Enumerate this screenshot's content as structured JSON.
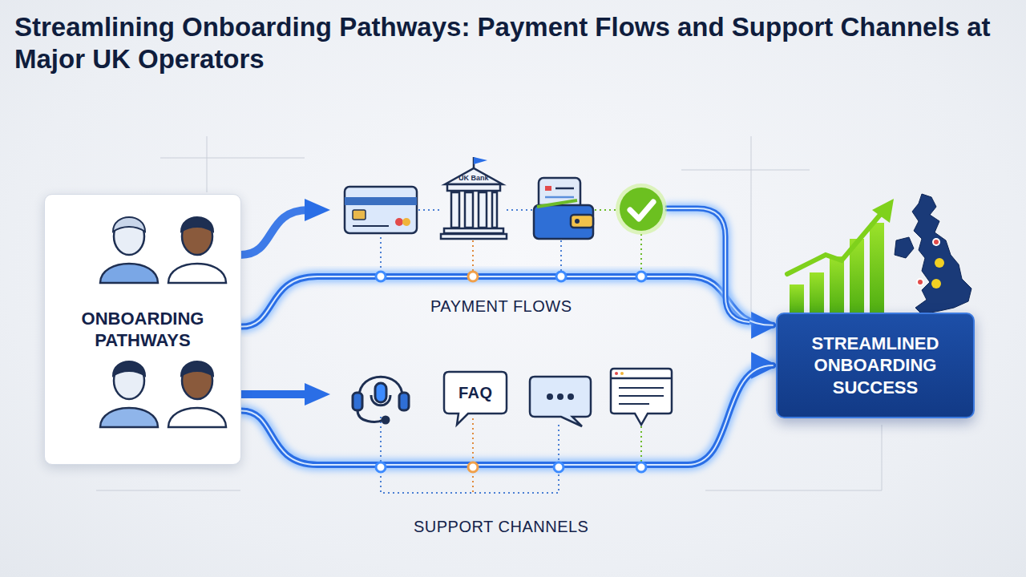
{
  "diagram": {
    "title": "Streamlining Onboarding Pathways: Payment Flows and Support Channels at Major UK Operators",
    "nodes": [
      {
        "text": [
          "ONBOARDING PATHWAYS"
        ]
      },
      {
        "text": [
          "STREAMLINED ONBOARDING SUCCESS"
        ]
      }
    ],
    "edges": [
      {
        "from": 0,
        "to": 1,
        "arrow": "to"
      },
      {
        "from": 0,
        "to": 1,
        "arrow": "to"
      }
    ],
    "labels": [
      "UK Bank",
      "PAYMENT FLOWS",
      "FAQ",
      "SUPPORT CHANNELS"
    ]
  }
}
